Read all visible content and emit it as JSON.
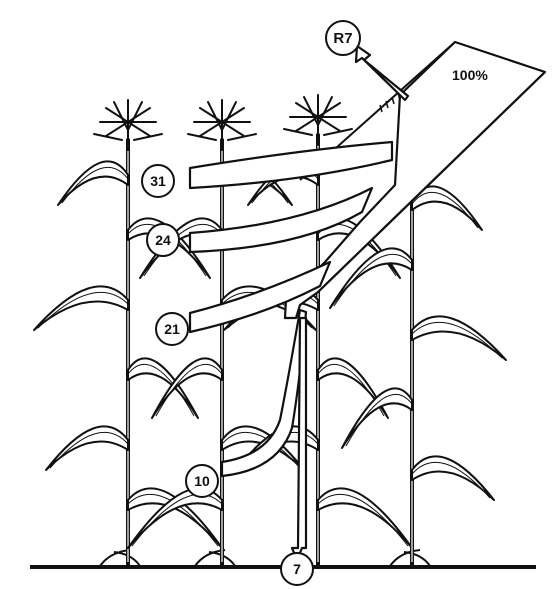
{
  "diagram": {
    "input_label": "100%",
    "nodes": [
      {
        "id": "R7",
        "label": "R7"
      },
      {
        "id": "31",
        "label": "31"
      },
      {
        "id": "24",
        "label": "24"
      },
      {
        "id": "21",
        "label": "21"
      },
      {
        "id": "10",
        "label": "10"
      },
      {
        "id": "7",
        "label": "7"
      }
    ]
  }
}
